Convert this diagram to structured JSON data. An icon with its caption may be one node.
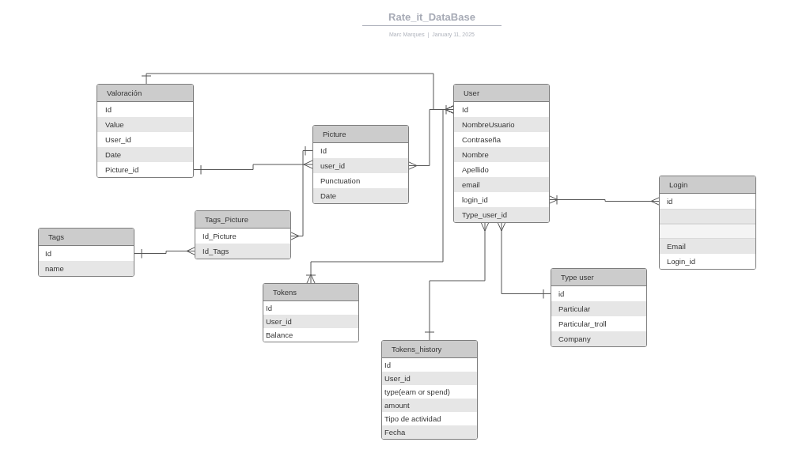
{
  "diagram": {
    "title": "Rate_it_DataBase",
    "nodes": [
      {
        "text": [
          "Valoración"
        ]
      },
      {
        "text": [
          "Id"
        ],
        "in": 0
      },
      {
        "text": [
          "Value"
        ],
        "in": 0
      },
      {
        "text": [
          "User_id"
        ],
        "in": 0
      },
      {
        "text": [
          "Date"
        ],
        "in": 0
      },
      {
        "text": [
          "Picture_id"
        ],
        "in": 0
      },
      {
        "text": [
          "User"
        ]
      },
      {
        "text": [
          "Id"
        ],
        "in": 6
      },
      {
        "text": [
          "NombreUsuario"
        ],
        "in": 6
      },
      {
        "text": [
          "Contraseña"
        ],
        "in": 6
      },
      {
        "text": [
          "Nombre"
        ],
        "in": 6
      },
      {
        "text": [
          "Apellido"
        ],
        "in": 6
      },
      {
        "text": [
          "email"
        ],
        "in": 6
      },
      {
        "text": [
          "login_id"
        ],
        "in": 6
      },
      {
        "text": [
          "Type_user_id"
        ],
        "in": 6
      },
      {
        "text": [
          "Picture"
        ]
      },
      {
        "text": [
          "Id"
        ],
        "in": 15
      },
      {
        "text": [
          "user_id"
        ],
        "in": 15
      },
      {
        "text": [
          "Punctuation"
        ],
        "in": 15
      },
      {
        "text": [
          "Date"
        ],
        "in": 15
      },
      {
        "text": [
          "Login"
        ]
      },
      {
        "text": [
          "id"
        ],
        "in": 20
      },
      {
        "text": [],
        "shape": "box",
        "in": 20
      },
      {
        "text": [],
        "shape": "box",
        "in": 20
      },
      {
        "text": [
          "Email"
        ],
        "in": 20
      },
      {
        "text": [
          "Login_id"
        ],
        "in": 20
      },
      {
        "text": [
          "Tags_Picture"
        ]
      },
      {
        "text": [
          "Id_Picture"
        ],
        "in": 26
      },
      {
        "text": [
          "Id_Tags"
        ],
        "in": 26
      },
      {
        "text": [
          "Tags"
        ]
      },
      {
        "text": [
          "Id"
        ],
        "in": 29
      },
      {
        "text": [
          "name"
        ],
        "in": 29
      },
      {
        "text": [
          "Type user"
        ]
      },
      {
        "text": [
          "id"
        ],
        "in": 32
      },
      {
        "text": [
          "Particular"
        ],
        "in": 32
      },
      {
        "text": [
          "Particular_troll"
        ],
        "in": 32
      },
      {
        "text": [
          "Company"
        ],
        "in": 32
      },
      {
        "text": [
          "Tokens"
        ]
      },
      {
        "text": [
          "Id"
        ],
        "in": 37
      },
      {
        "text": [
          "User_id"
        ],
        "in": 37
      },
      {
        "text": [
          "Balance"
        ],
        "in": 37
      },
      {
        "text": [
          "Tokens_history"
        ]
      },
      {
        "text": [
          "Id"
        ],
        "in": 41
      },
      {
        "text": [
          "User_id"
        ],
        "in": 41
      },
      {
        "text": [
          "type(earn or spend)"
        ],
        "in": 41
      },
      {
        "text": [
          "amount"
        ],
        "in": 41
      },
      {
        "text": [
          "Tipo de actividad"
        ],
        "in": 41
      },
      {
        "text": [
          "Fecha"
        ],
        "in": 41
      }
    ],
    "edges": [
      {
        "from": 0,
        "to": 7,
        "arrow": "other"
      },
      {
        "from": 5,
        "to": 15,
        "arrow": "other"
      },
      {
        "from": 17,
        "to": 7,
        "arrow": "other"
      },
      {
        "from": 16,
        "to": 27,
        "arrow": "other"
      },
      {
        "from": 30,
        "to": 28,
        "arrow": "other"
      },
      {
        "from": 37,
        "to": 7,
        "arrow": "other"
      },
      {
        "from": 13,
        "to": 21,
        "arrow": "other"
      },
      {
        "from": 14,
        "to": 41,
        "arrow": "other"
      },
      {
        "from": 14,
        "to": 33,
        "arrow": "other"
      }
    ],
    "labels": [
      "Marc Marques  |  January 11, 2025"
    ]
  }
}
